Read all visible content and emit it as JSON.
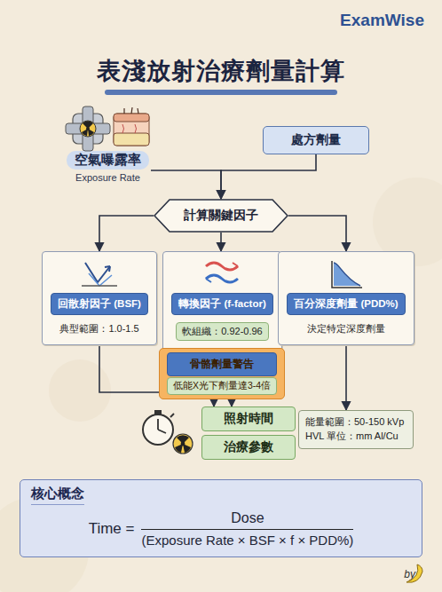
{
  "diagram": {
    "title": "表淺放射治療劑量計算",
    "nodes": [
      {
        "text": [
          "空氣曝露率",
          "Exposure Rate"
        ]
      },
      {
        "text": [
          "處方劑量"
        ]
      },
      {
        "text": [
          "計算關鍵因子"
        ]
      },
      {
        "text": [
          "回散射因子 (BSF)",
          "典型範圍：1.0-1.5"
        ]
      },
      {
        "text": [
          "轉換因子 (f-factor)",
          "軟組織：0.92-0.96"
        ]
      },
      {
        "text": [
          "骨骼劑量警告",
          "低能X光下劑量達3-4倍"
        ],
        "in": 4
      },
      {
        "text": [
          "百分深度劑量 (PDD%)",
          "決定特定深度劑量"
        ]
      },
      {
        "text": [
          "照射時間"
        ]
      },
      {
        "text": [
          "治療參數"
        ]
      },
      {
        "text": [
          "能量範圍：50-150 kVp",
          "HVL 單位：mm Al/Cu"
        ]
      },
      {
        "text": [
          "核心概念",
          "Time =",
          "Dose",
          "(Exposure Rate × BSF × f × PDD%)"
        ]
      }
    ],
    "edges": [
      {
        "from": 0,
        "to": 2,
        "arrow": "to"
      },
      {
        "from": 1,
        "to": 2,
        "arrow": "to"
      },
      {
        "from": 2,
        "to": 3,
        "arrow": "to"
      },
      {
        "from": 2,
        "to": 4,
        "arrow": "to"
      },
      {
        "from": 2,
        "to": 6,
        "arrow": "to"
      },
      {
        "from": 3,
        "to": 7,
        "arrow": "to"
      },
      {
        "from": 5,
        "to": 7,
        "arrow": "to"
      },
      {
        "from": 6,
        "to": 9,
        "arrow": "to"
      }
    ],
    "labels": [
      "ExamWise",
      "by"
    ]
  }
}
